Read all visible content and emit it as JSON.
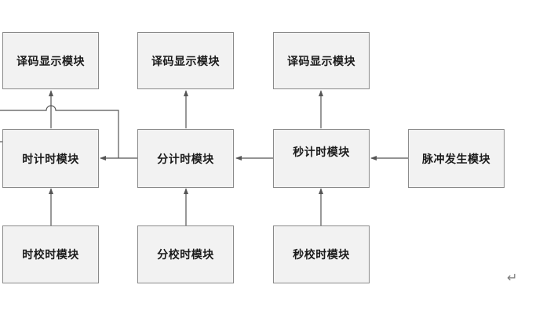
{
  "blocks": {
    "decode_hour": "译码显示模块",
    "decode_min": "译码显示模块",
    "decode_sec": "译码显示模块",
    "hour_counter": "时计时模块",
    "min_counter": "分计时模块",
    "sec_counter": "秒计时模块",
    "pulse_gen": "脉冲发生模块",
    "hour_adjust": "时校时模块",
    "min_adjust": "分校时模块",
    "sec_adjust": "秒校时模块"
  },
  "colors": {
    "box_fill": "#f2f2f2",
    "box_border": "#8a8a8a",
    "wire": "#555555"
  },
  "return_mark": "↵"
}
